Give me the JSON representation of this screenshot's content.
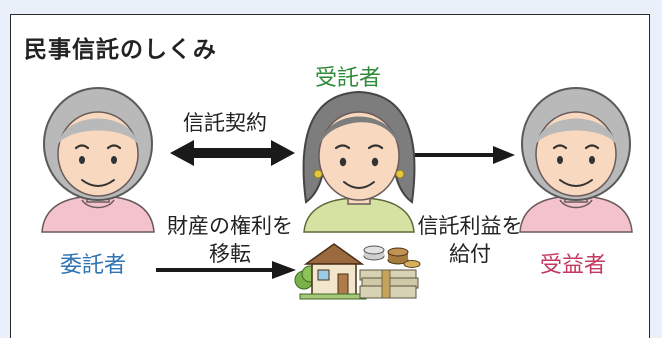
{
  "title": "民事信託のしくみ",
  "roles": {
    "trustee": "受託者",
    "settlor": "委託者",
    "beneficiary": "受益者"
  },
  "labels": {
    "contract": "信託契約",
    "transfer_line1": "財産の権利を",
    "transfer_line2": "移転",
    "benefit_line1": "信託利益を",
    "benefit_line2": "給付"
  },
  "colors": {
    "trustee": "#2f8a3a",
    "settlor": "#2f74b3",
    "beneficiary": "#c4395f",
    "text": "#222222",
    "arrow": "#1a1a1a"
  },
  "icons": {
    "settlor": "elderly-person-icon",
    "trustee": "person-icon",
    "beneficiary": "elderly-person-icon",
    "assets": "house-and-money-icon"
  }
}
